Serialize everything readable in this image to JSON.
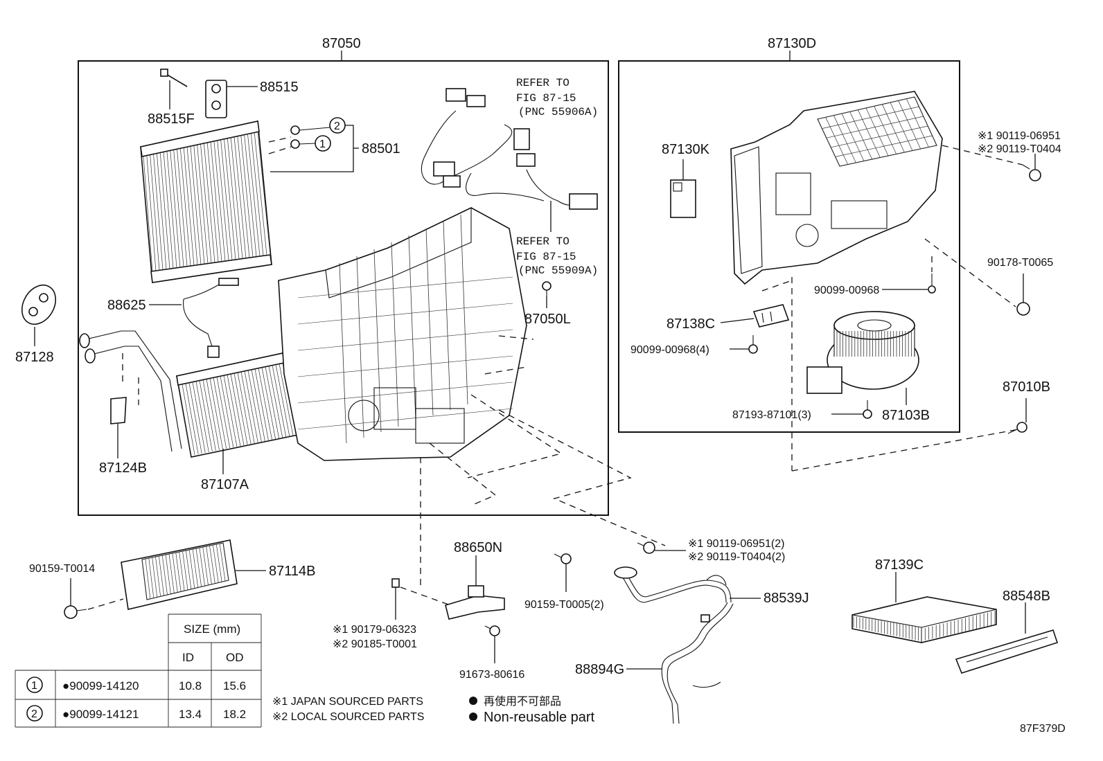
{
  "diagram": {
    "code": "87F379D",
    "group_labels": {
      "left_assembly": "87050",
      "right_assembly": "87130D"
    },
    "parts": {
      "p88515": "88515",
      "p88515F": "88515F",
      "p88501": "88501",
      "p88625": "88625",
      "p87128": "87128",
      "p87124B": "87124B",
      "p87107A": "87107A",
      "p87050L": "87050L",
      "p87130K": "87130K",
      "p87138C": "87138C",
      "p90099_00968_4": "90099-00968(4)",
      "p90099_00968": "90099-00968",
      "p87193": "87193-87101(3)",
      "p87103B": "87103B",
      "p90119_06951": "※1 90119-06951",
      "p90119_T0404": "※2 90119-T0404",
      "p90178": "90178-T0065",
      "p87010B": "87010B",
      "p90159_T0014": "90159-T0014",
      "p87114B": "87114B",
      "p88650N": "88650N",
      "p90179": "※1 90179-06323",
      "p90185": "※2 90185-T0001",
      "p91673": "91673-80616",
      "p90159_T0005": "90159-T0005(2)",
      "p90119_06951_2": "※1 90119-06951(2)",
      "p90119_T0404_2": "※2 90119-T0404(2)",
      "p88539J": "88539J",
      "p88894G": "88894G",
      "p87139C": "87139C",
      "p88548B": "88548B"
    },
    "refer": [
      {
        "l1": "REFER TO",
        "l2": "FIG 87-15",
        "l3": "(PNC 55906A)"
      },
      {
        "l1": "REFER TO",
        "l2": "FIG 87-15",
        "l3": "(PNC 55909A)"
      }
    ],
    "callouts": {
      "c1": "1",
      "c2": "2"
    }
  },
  "size_table": {
    "title": "SIZE (mm)",
    "col_id": "ID",
    "col_od": "OD",
    "rows": [
      {
        "ref": "1",
        "part": "●90099-14120",
        "id": "10.8",
        "od": "15.6"
      },
      {
        "ref": "2",
        "part": "●90099-14121",
        "id": "13.4",
        "od": "18.2"
      }
    ]
  },
  "notes": {
    "n1": "※1 JAPAN SOURCED PARTS",
    "n2": "※2 LOCAL SOURCED PARTS",
    "n3": "再使用不可部品",
    "n4": "Non-reusable part"
  }
}
